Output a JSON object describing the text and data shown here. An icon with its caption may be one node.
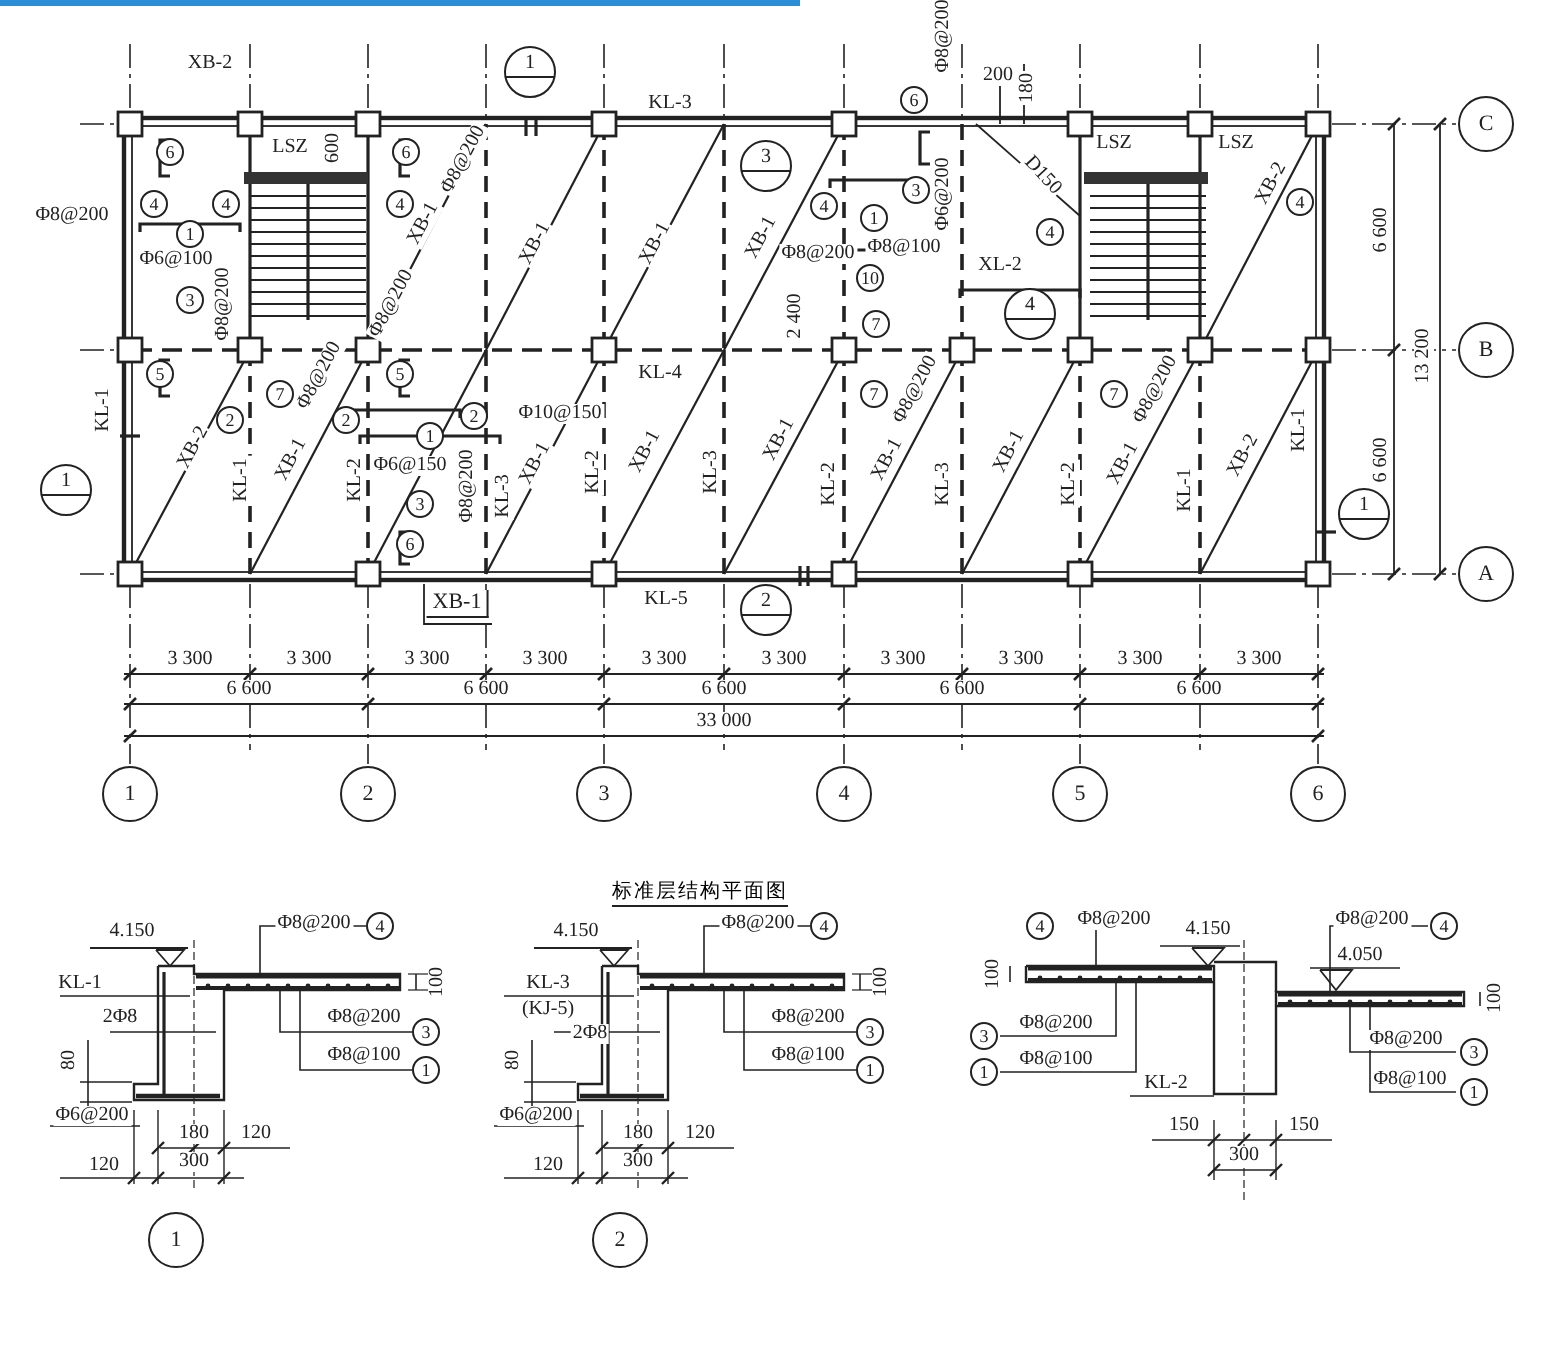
{
  "diagram": {
    "title": "标准层结构平面图",
    "labels": [
      "XB-2",
      "1",
      "Φ8@200",
      "200",
      "180",
      "KL-3",
      "6",
      "C",
      "6",
      "LSZ",
      "600",
      "6",
      "Φ8@200",
      "3",
      "LSZ",
      "LSZ",
      "Φ6@200",
      "3",
      "D150",
      "XB-2",
      "Φ8@200",
      "4",
      "4",
      "4",
      "4",
      "1",
      "4",
      "4",
      "1",
      "XB-1",
      "XB-1",
      "XB-1",
      "XB-1",
      "6 600",
      "Φ6@100",
      "Φ8@200",
      "Φ8@100",
      "XL-2",
      "10",
      "Φ8@200",
      "3",
      "Φ8@200",
      "2 400",
      "4",
      "7",
      "B",
      "13 200",
      "5",
      "7",
      "Φ8@200",
      "5",
      "KL-4",
      "7",
      "Φ8@200",
      "7",
      "Φ8@200",
      "KL-1",
      "2",
      "2",
      "2",
      "Φ10@150",
      "1",
      "XB-2",
      "XB-1",
      "XB-1",
      "XB-1",
      "XB-1",
      "XB-1",
      "XB-1",
      "XB-1",
      "XB-2",
      "Φ6@150",
      "KL-1",
      "KL-2",
      "Φ8@200",
      "KL-3",
      "KL-2",
      "KL-3",
      "KL-2",
      "KL-3",
      "KL-2",
      "KL-1",
      "KL-1",
      "1",
      "3",
      "1",
      "6 600",
      "6",
      "A",
      "XB-1",
      "KL-5",
      "2",
      "3 300",
      "3 300",
      "3 300",
      "3 300",
      "3 300",
      "3 300",
      "3 300",
      "3 300",
      "3 300",
      "3 300",
      "6 600",
      "6 600",
      "6 600",
      "6 600",
      "6 600",
      "33 000",
      "1",
      "2",
      "3",
      "4",
      "5",
      "6",
      "4.150",
      "Φ8@200",
      "4",
      "100",
      "KL-1",
      "2Φ8",
      "Φ8@200",
      "3",
      "Φ8@100",
      "1",
      "80",
      "Φ6@200",
      "180",
      "120",
      "120",
      "300",
      "1",
      "4.150",
      "Φ8@200",
      "4",
      "100",
      "KL-3",
      "(KJ-5)",
      "2Φ8",
      "Φ8@200",
      "3",
      "Φ8@100",
      "1",
      "80",
      "Φ6@200",
      "180",
      "120",
      "120",
      "300",
      "2",
      "100",
      "4",
      "Φ8@200",
      "4.150",
      "Φ8@200",
      "4",
      "4.050",
      "100",
      "3",
      "Φ8@200",
      "Φ8@200",
      "3",
      "1",
      "Φ8@100",
      "Φ8@100",
      "1",
      "KL-2",
      "150",
      "150",
      "300"
    ]
  }
}
